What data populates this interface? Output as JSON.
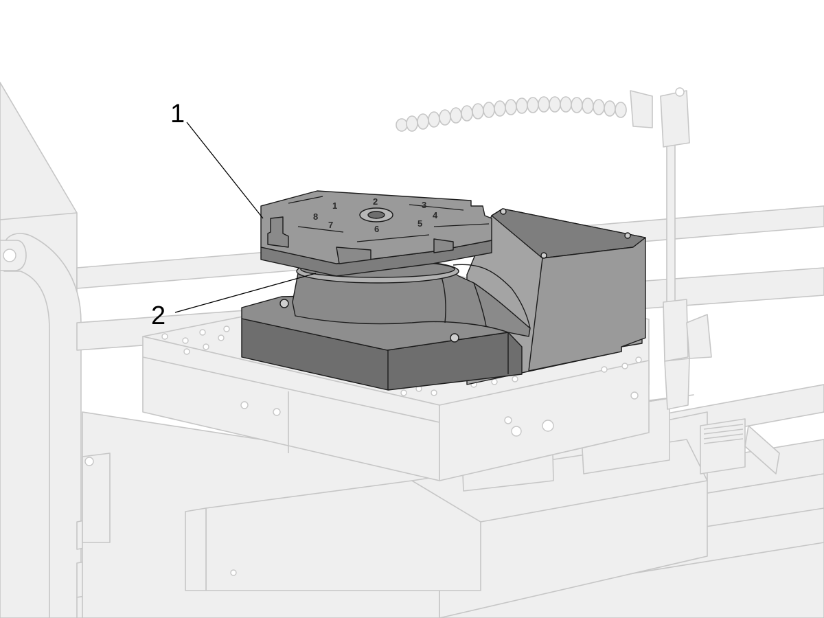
{
  "figure": {
    "callouts": [
      {
        "id": "1",
        "label": "1"
      },
      {
        "id": "2",
        "label": "2"
      }
    ],
    "plate_numbers": [
      "1",
      "2",
      "3",
      "4",
      "5",
      "6",
      "7",
      "8"
    ]
  },
  "colors": {
    "background": "#ffffff",
    "ghost_fill": "#efefef",
    "ghost_stroke": "#c6c6c6",
    "part_dark": "#6e6e6e",
    "part_mid": "#8e8e8e",
    "part_light": "#a7a7a7",
    "plate": "#9a9a9a",
    "outline": "#1b1b1b"
  }
}
